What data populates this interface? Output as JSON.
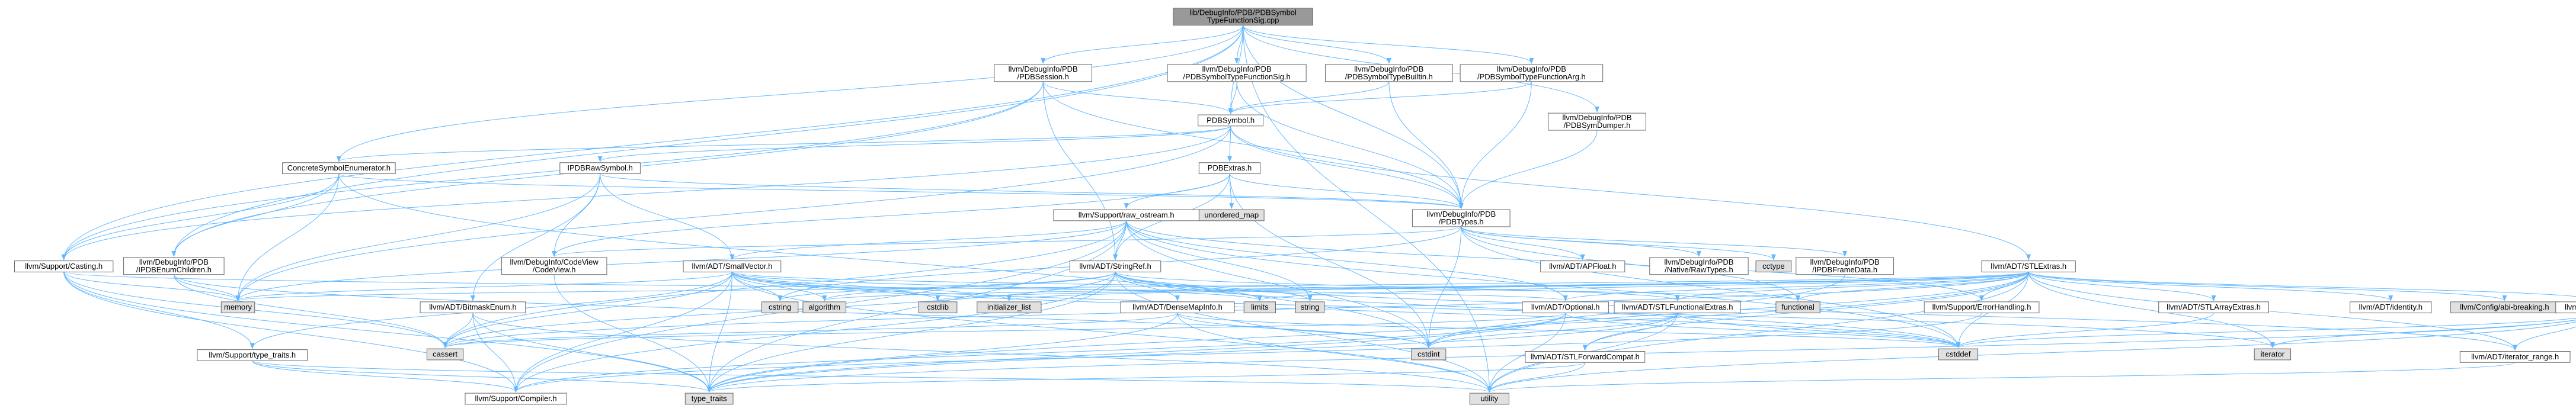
{
  "colors": {
    "edge": "#63b8ff",
    "box_stroke": "#666666",
    "box_fill": "#ffffff",
    "root_fill": "#999999",
    "grey_fill": "#e0e0e0",
    "red_text": "#ff0000",
    "black_text": "#000000"
  },
  "nodes": [
    {
      "id": "root",
      "lines": [
        "lib/DebugInfo/PDB/PDBSymbol",
        "TypeFunctionSig.cpp"
      ],
      "style": "root"
    },
    {
      "id": "session",
      "lines": [
        "llvm/DebugInfo/PDB",
        "/PDBSession.h"
      ],
      "style": "normal"
    },
    {
      "id": "funcsigh",
      "lines": [
        "llvm/DebugInfo/PDB",
        "/PDBSymbolTypeFunctionSig.h"
      ],
      "style": "normal"
    },
    {
      "id": "builtin",
      "lines": [
        "llvm/DebugInfo/PDB",
        "/PDBSymbolTypeBuiltin.h"
      ],
      "style": "normal"
    },
    {
      "id": "funcarg",
      "lines": [
        "llvm/DebugInfo/PDB",
        "/PDBSymbolTypeFunctionArg.h"
      ],
      "style": "normal"
    },
    {
      "id": "dumper",
      "lines": [
        "llvm/DebugInfo/PDB",
        "/PDBSymDumper.h"
      ],
      "style": "normal"
    },
    {
      "id": "pdbsymbol",
      "lines": [
        "PDBSymbol.h"
      ],
      "style": "normal"
    },
    {
      "id": "concrete",
      "lines": [
        "ConcreteSymbolEnumerator.h"
      ],
      "style": "normal"
    },
    {
      "id": "rawsymbol",
      "lines": [
        "IPDBRawSymbol.h"
      ],
      "style": "normal"
    },
    {
      "id": "pdbextras",
      "lines": [
        "PDBExtras.h"
      ],
      "style": "normal"
    },
    {
      "id": "unordered_map",
      "lines": [
        "unordered_map"
      ],
      "style": "grey"
    },
    {
      "id": "raw_ostream",
      "lines": [
        "llvm/Support/raw_ostream.h"
      ],
      "style": "red"
    },
    {
      "id": "pdbtypes",
      "lines": [
        "llvm/DebugInfo/PDB",
        "/PDBTypes.h"
      ],
      "style": "normal"
    },
    {
      "id": "casting",
      "lines": [
        "llvm/Support/Casting.h"
      ],
      "style": "normal"
    },
    {
      "id": "enumchildren",
      "lines": [
        "llvm/DebugInfo/PDB",
        "/IPDBEnumChildren.h"
      ],
      "style": "normal"
    },
    {
      "id": "codeview",
      "lines": [
        "llvm/DebugInfo/CodeView",
        "/CodeView.h"
      ],
      "style": "red"
    },
    {
      "id": "smallvector",
      "lines": [
        "llvm/ADT/SmallVector.h"
      ],
      "style": "red"
    },
    {
      "id": "stringref",
      "lines": [
        "llvm/ADT/StringRef.h"
      ],
      "style": "normal"
    },
    {
      "id": "apfloat",
      "lines": [
        "llvm/ADT/APFloat.h"
      ],
      "style": "red"
    },
    {
      "id": "nativeraw",
      "lines": [
        "llvm/DebugInfo/PDB",
        "/Native/RawTypes.h"
      ],
      "style": "red"
    },
    {
      "id": "cctype",
      "lines": [
        "cctype"
      ],
      "style": "grey"
    },
    {
      "id": "framedata",
      "lines": [
        "llvm/DebugInfo/PDB",
        "/IPDBFrameData.h"
      ],
      "style": "normal"
    },
    {
      "id": "stlextras",
      "lines": [
        "llvm/ADT/STLExtras.h"
      ],
      "style": "red"
    },
    {
      "id": "memory",
      "lines": [
        "memory"
      ],
      "style": "grey"
    },
    {
      "id": "bitmaskenum",
      "lines": [
        "llvm/ADT/BitmaskEnum.h"
      ],
      "style": "red"
    },
    {
      "id": "cstring",
      "lines": [
        "cstring"
      ],
      "style": "grey"
    },
    {
      "id": "algorithm",
      "lines": [
        "algorithm"
      ],
      "style": "grey"
    },
    {
      "id": "cstdlib",
      "lines": [
        "cstdlib"
      ],
      "style": "grey"
    },
    {
      "id": "initializer_list",
      "lines": [
        "initializer_list"
      ],
      "style": "grey"
    },
    {
      "id": "densemapinfo",
      "lines": [
        "llvm/ADT/DenseMapInfo.h"
      ],
      "style": "red"
    },
    {
      "id": "limits",
      "lines": [
        "limits"
      ],
      "style": "grey"
    },
    {
      "id": "string",
      "lines": [
        "string"
      ],
      "style": "grey"
    },
    {
      "id": "optional",
      "lines": [
        "llvm/ADT/Optional.h"
      ],
      "style": "red"
    },
    {
      "id": "stlfunctional",
      "lines": [
        "llvm/ADT/STLFunctionalExtras.h"
      ],
      "style": "normal"
    },
    {
      "id": "functional",
      "lines": [
        "functional"
      ],
      "style": "grey"
    },
    {
      "id": "errorhandling",
      "lines": [
        "llvm/Support/ErrorHandling.h"
      ],
      "style": "normal"
    },
    {
      "id": "stlarray",
      "lines": [
        "llvm/ADT/STLArrayExtras.h"
      ],
      "style": "normal"
    },
    {
      "id": "identity",
      "lines": [
        "llvm/ADT/identity.h"
      ],
      "style": "normal"
    },
    {
      "id": "breaking",
      "lines": [
        "llvm/Config/abi-breaking.h"
      ],
      "style": "grey"
    },
    {
      "id": "iteratorh",
      "lines": [
        "llvm/ADT/iterator.h"
      ],
      "style": "normal"
    },
    {
      "id": "cassert",
      "lines": [
        "cassert"
      ],
      "style": "grey"
    },
    {
      "id": "cstdint",
      "lines": [
        "cstdint"
      ],
      "style": "grey"
    },
    {
      "id": "cstddef",
      "lines": [
        "cstddef"
      ],
      "style": "grey"
    },
    {
      "id": "iterator",
      "lines": [
        "iterator"
      ],
      "style": "grey"
    },
    {
      "id": "typetraitsh",
      "lines": [
        "llvm/Support/type_traits.h"
      ],
      "style": "normal"
    },
    {
      "id": "stlforward",
      "lines": [
        "llvm/ADT/STLForwardCompat.h"
      ],
      "style": "normal"
    },
    {
      "id": "iteratorrange",
      "lines": [
        "llvm/ADT/iterator_range.h"
      ],
      "style": "normal"
    },
    {
      "id": "compiler",
      "lines": [
        "llvm/Support/Compiler.h"
      ],
      "style": "red"
    },
    {
      "id": "type_traits",
      "lines": [
        "type_traits"
      ],
      "style": "grey"
    },
    {
      "id": "utility",
      "lines": [
        "utility"
      ],
      "style": "grey"
    }
  ],
  "edges": [
    [
      "root",
      "session"
    ],
    [
      "root",
      "funcsigh"
    ],
    [
      "root",
      "builtin"
    ],
    [
      "root",
      "funcarg"
    ],
    [
      "root",
      "dumper"
    ],
    [
      "root",
      "pdbsymbol"
    ],
    [
      "root",
      "concrete"
    ],
    [
      "root",
      "pdbtypes"
    ],
    [
      "root",
      "casting"
    ],
    [
      "root",
      "enumchildren"
    ],
    [
      "root",
      "utility"
    ],
    [
      "session",
      "pdbsymbol"
    ],
    [
      "session",
      "pdbtypes"
    ],
    [
      "session",
      "casting"
    ],
    [
      "session",
      "stringref"
    ],
    [
      "session",
      "enumchildren"
    ],
    [
      "funcsigh",
      "pdbsymbol"
    ],
    [
      "funcsigh",
      "pdbtypes"
    ],
    [
      "builtin",
      "pdbsymbol"
    ],
    [
      "builtin",
      "pdbtypes"
    ],
    [
      "funcarg",
      "pdbsymbol"
    ],
    [
      "funcarg",
      "pdbtypes"
    ],
    [
      "dumper",
      "pdbtypes"
    ],
    [
      "pdbsymbol",
      "concrete"
    ],
    [
      "pdbsymbol",
      "rawsymbol"
    ],
    [
      "pdbsymbol",
      "pdbextras"
    ],
    [
      "pdbsymbol",
      "pdbtypes"
    ],
    [
      "pdbsymbol",
      "casting"
    ],
    [
      "pdbsymbol",
      "stlextras"
    ],
    [
      "pdbsymbol",
      "memory"
    ],
    [
      "concrete",
      "enumchildren"
    ],
    [
      "concrete",
      "pdbtypes"
    ],
    [
      "concrete",
      "casting"
    ],
    [
      "concrete",
      "memory"
    ],
    [
      "concrete",
      "cstdint"
    ],
    [
      "rawsymbol",
      "pdbtypes"
    ],
    [
      "rawsymbol",
      "codeview"
    ],
    [
      "rawsymbol",
      "smallvector"
    ],
    [
      "rawsymbol",
      "bitmaskenum"
    ],
    [
      "rawsymbol",
      "memory"
    ],
    [
      "pdbextras",
      "unordered_map"
    ],
    [
      "pdbextras",
      "raw_ostream"
    ],
    [
      "pdbextras",
      "pdbtypes"
    ],
    [
      "pdbextras",
      "codeview"
    ],
    [
      "pdbextras",
      "stringref"
    ],
    [
      "pdbextras",
      "cstdint"
    ],
    [
      "raw_ostream",
      "stringref"
    ],
    [
      "raw_ostream",
      "compiler"
    ],
    [
      "raw_ostream",
      "cassert"
    ],
    [
      "raw_ostream",
      "cstddef"
    ],
    [
      "raw_ostream",
      "cstdint"
    ],
    [
      "raw_ostream",
      "string"
    ],
    [
      "raw_ostream",
      "type_traits"
    ],
    [
      "raw_ostream",
      "memory"
    ],
    [
      "raw_ostream",
      "smallvector"
    ],
    [
      "raw_ostream",
      "errorhandling"
    ],
    [
      "raw_ostream",
      "optional"
    ],
    [
      "pdbtypes",
      "codeview"
    ],
    [
      "pdbtypes",
      "apfloat"
    ],
    [
      "pdbtypes",
      "nativeraw"
    ],
    [
      "pdbtypes",
      "cctype"
    ],
    [
      "pdbtypes",
      "framedata"
    ],
    [
      "pdbtypes",
      "functional"
    ],
    [
      "pdbtypes",
      "cstddef"
    ],
    [
      "pdbtypes",
      "cstdint"
    ],
    [
      "pdbtypes",
      "cstring"
    ],
    [
      "casting",
      "compiler"
    ],
    [
      "casting",
      "typetraitsh"
    ],
    [
      "casting",
      "cassert"
    ],
    [
      "casting",
      "memory"
    ],
    [
      "casting",
      "optional"
    ],
    [
      "casting",
      "type_traits"
    ],
    [
      "enumchildren",
      "cassert"
    ],
    [
      "enumchildren",
      "cstdint"
    ],
    [
      "enumchildren",
      "memory"
    ],
    [
      "codeview",
      "cinttypes"
    ],
    [
      "codeview",
      "type_traits"
    ],
    [
      "smallvector",
      "compiler"
    ],
    [
      "smallvector",
      "typetraitsh"
    ],
    [
      "smallvector",
      "algorithm"
    ],
    [
      "smallvector",
      "cassert"
    ],
    [
      "smallvector",
      "cstddef"
    ],
    [
      "smallvector",
      "cstdlib"
    ],
    [
      "smallvector",
      "cstring"
    ],
    [
      "smallvector",
      "functional"
    ],
    [
      "smallvector",
      "initializer_list"
    ],
    [
      "smallvector",
      "iterator"
    ],
    [
      "smallvector",
      "limits"
    ],
    [
      "smallvector",
      "memory"
    ],
    [
      "smallvector",
      "type_traits"
    ],
    [
      "smallvector",
      "utility"
    ],
    [
      "stringref",
      "densemapinfo"
    ],
    [
      "stringref",
      "stlfunctional"
    ],
    [
      "stringref",
      "iteratorrange"
    ],
    [
      "stringref",
      "compiler"
    ],
    [
      "stringref",
      "algorithm"
    ],
    [
      "stringref",
      "cassert"
    ],
    [
      "stringref",
      "cstddef"
    ],
    [
      "stringref",
      "cstring"
    ],
    [
      "stringref",
      "limits"
    ],
    [
      "stringref",
      "string"
    ],
    [
      "stringref",
      "type_traits"
    ],
    [
      "stringref",
      "utility"
    ],
    [
      "framedata",
      "cstdint"
    ],
    [
      "stlextras",
      "stlarray"
    ],
    [
      "stlextras",
      "stlforward"
    ],
    [
      "stlextras",
      "stlfunctional"
    ],
    [
      "stlextras",
      "identity"
    ],
    [
      "stlextras",
      "iteratorh"
    ],
    [
      "stlextras",
      "iteratorrange"
    ],
    [
      "stlextras",
      "breaking"
    ],
    [
      "stlextras",
      "errorhandling"
    ],
    [
      "stlextras",
      "algorithm"
    ],
    [
      "stlextras",
      "cassert"
    ],
    [
      "stlextras",
      "cstddef"
    ],
    [
      "stlextras",
      "cstdint"
    ],
    [
      "stlextras",
      "cstdlib"
    ],
    [
      "stlextras",
      "functional"
    ],
    [
      "stlextras",
      "initializer_list"
    ],
    [
      "stlextras",
      "iterator"
    ],
    [
      "stlextras",
      "limits"
    ],
    [
      "stlextras",
      "memory"
    ],
    [
      "stlextras",
      "optional"
    ],
    [
      "stlextras",
      "tuple"
    ],
    [
      "stlextras",
      "type_traits"
    ],
    [
      "stlextras",
      "utility"
    ],
    [
      "bitmaskenum",
      "compiler"
    ],
    [
      "bitmaskenum",
      "cassert"
    ],
    [
      "bitmaskenum",
      "type_traits"
    ],
    [
      "bitmaskenum",
      "utility"
    ],
    [
      "densemapinfo",
      "cassert"
    ],
    [
      "densemapinfo",
      "cstddef"
    ],
    [
      "densemapinfo",
      "cstdint"
    ],
    [
      "densemapinfo",
      "tuple"
    ],
    [
      "densemapinfo",
      "type_traits"
    ],
    [
      "densemapinfo",
      "utility"
    ],
    [
      "optional",
      "compiler"
    ],
    [
      "optional",
      "cassert"
    ],
    [
      "optional",
      "cstddef"
    ],
    [
      "optional",
      "new"
    ],
    [
      "optional",
      "type_traits"
    ],
    [
      "optional",
      "utility"
    ],
    [
      "stlfunctional",
      "stlforward"
    ],
    [
      "stlfunctional",
      "cstddef"
    ],
    [
      "stlfunctional",
      "cstdint"
    ],
    [
      "stlfunctional",
      "type_traits"
    ],
    [
      "stlfunctional",
      "utility"
    ],
    [
      "errorhandling",
      "compiler"
    ],
    [
      "stlarray",
      "cstddef"
    ],
    [
      "iteratorh",
      "iteratorrange"
    ],
    [
      "iteratorh",
      "cstddef"
    ],
    [
      "iteratorh",
      "iterator"
    ],
    [
      "iteratorh",
      "type_traits"
    ],
    [
      "iteratorh",
      "utility"
    ],
    [
      "typetraitsh",
      "compiler"
    ],
    [
      "typetraitsh",
      "type_traits"
    ],
    [
      "typetraitsh",
      "utility"
    ],
    [
      "stlforward",
      "type_traits"
    ],
    [
      "stlforward",
      "utility"
    ],
    [
      "iteratorrange",
      "utility"
    ]
  ]
}
